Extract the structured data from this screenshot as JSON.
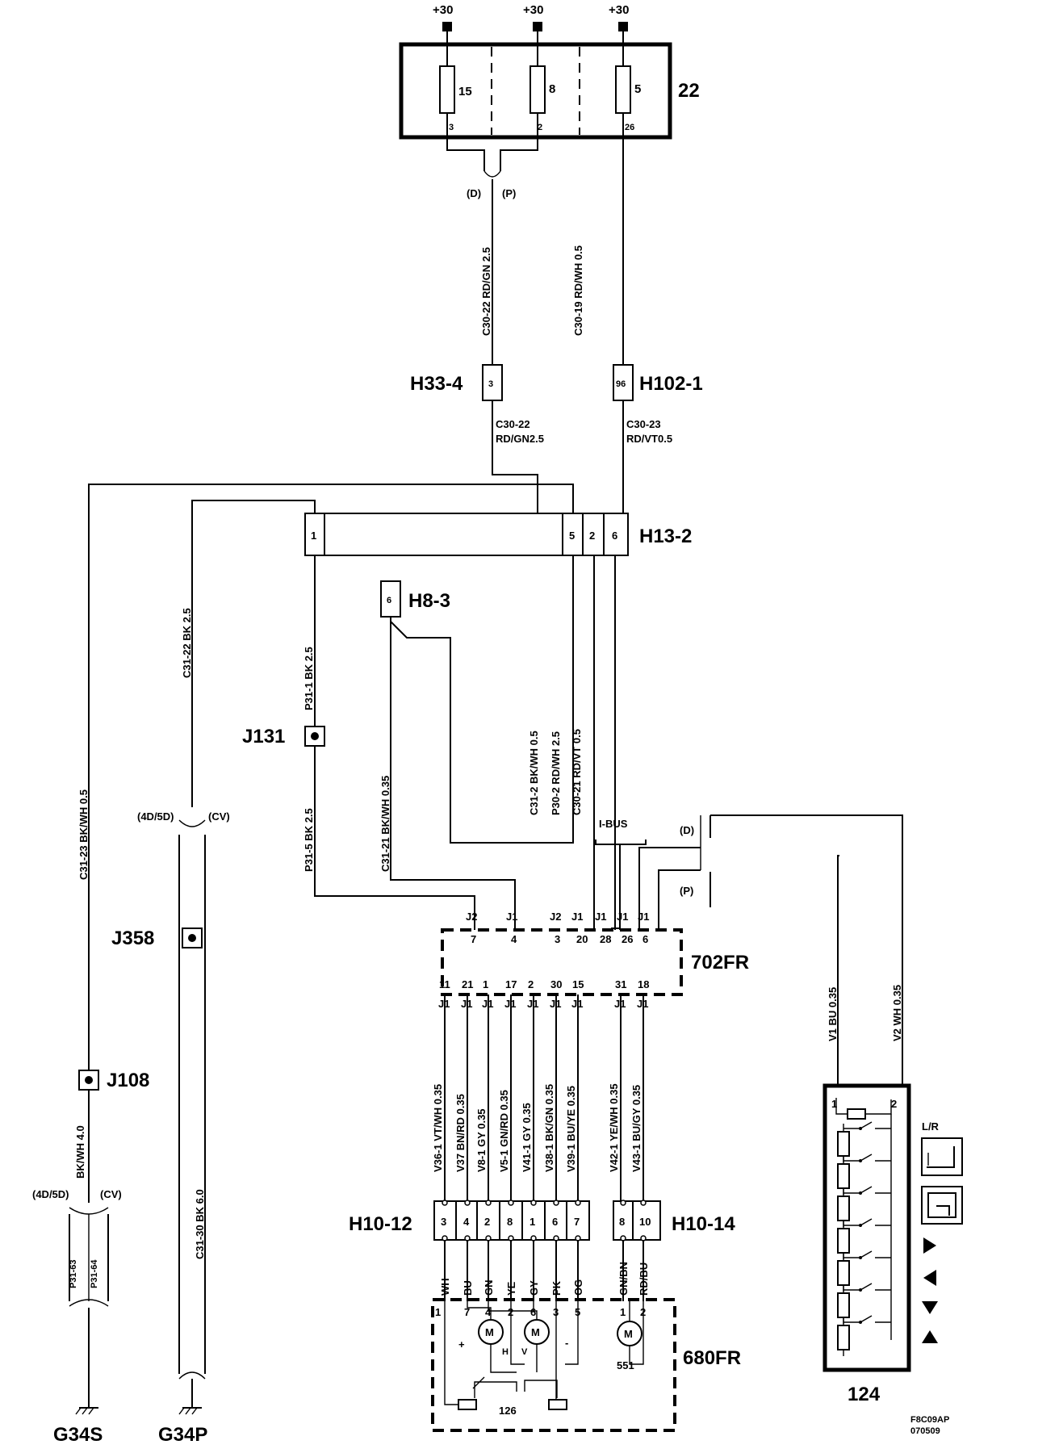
{
  "supply": {
    "label": "+30"
  },
  "fusebox": {
    "id": "22",
    "fuses": [
      {
        "number": "15",
        "pin": "3"
      },
      {
        "number": "8",
        "pin": "2"
      },
      {
        "number": "5",
        "pin": "26"
      }
    ]
  },
  "variants": {
    "d": "(D)",
    "p": "(P)",
    "d_paren": "(4D/5D)",
    "cv": "(CV)"
  },
  "wires": {
    "c30_22": "C30-22  RD/GN 2.5",
    "c30_19": "C30-19  RD/WH 0.5",
    "c30_22_b1": "C30-22",
    "c30_22_b2": "RD/GN2.5",
    "c30_23_b1": "C30-23",
    "c30_23_b2": "RD/VT0.5",
    "c31_23": "C31-23  BK/WH  0.5",
    "c31_22": "C31-22   BK  2.5",
    "p31_1": "P31-1  BK  2.5",
    "p31_5": "P31-5  BK  2.5",
    "c31_21": "C31-21 BK/WH 0.35",
    "c31_2": "C31-2  BK/WH  0.5",
    "p30_2": "P30-2  RD/WH 2.5",
    "c30_21": "C30-21  RD/VT  0.5",
    "bkwh40": "BK/WH  4.0",
    "c31_30": "C31-30  BK  6.0",
    "p31_63": "P31-63",
    "p31_64": "P31-64",
    "v1": "V1  BU  0.35",
    "v2": "V2  WH  0.35",
    "v36_1": "V36-1  VT/WH  0.35",
    "v37": "V37  BN/RD  0.35",
    "v8_1": "V8-1  GY  0.35",
    "v5_1": "V5-1  GN/RD  0.35",
    "v41_1": "V41-1  GY  0.35",
    "v38_1": "V38-1  BK/GN  0.35",
    "v39_1": "V39-1  BU/YE  0.35",
    "v42_1": "V42-1  YE/WH  0.35",
    "v43_1": "V43-1  BU/GY  0.35"
  },
  "connectors": {
    "h33_4": {
      "name": "H33-4",
      "pin": "3"
    },
    "h102_1": {
      "name": "H102-1",
      "pin": "96"
    },
    "h13_2": {
      "name": "H13-2",
      "pins": [
        "1",
        "5",
        "2",
        "6"
      ]
    },
    "h8_3": {
      "name": "H8-3",
      "pin": "6"
    },
    "h10_12": {
      "name": "H10-12",
      "pins": [
        "3",
        "4",
        "2",
        "8",
        "1",
        "6",
        "7"
      ]
    },
    "h10_14": {
      "name": "H10-14",
      "pins": [
        "8",
        "10"
      ]
    }
  },
  "splices": {
    "j131": "J131",
    "j358": "J358",
    "j108": "J108"
  },
  "ibus": "I-BUS",
  "module_702fr": {
    "name": "702FR",
    "top_pins": [
      {
        "conn": "J2",
        "pin": "7"
      },
      {
        "conn": "J1",
        "pin": "4"
      },
      {
        "conn": "J2",
        "pin": "3"
      },
      {
        "conn": "J1",
        "pin": "20"
      },
      {
        "conn": "J1",
        "pin": "28"
      },
      {
        "conn": "J1",
        "pin": "26"
      },
      {
        "conn": "J1",
        "pin": "6"
      }
    ],
    "bottom_pins": [
      {
        "conn": "J1",
        "pin": "11"
      },
      {
        "conn": "J1",
        "pin": "21"
      },
      {
        "conn": "J1",
        "pin": "1"
      },
      {
        "conn": "J1",
        "pin": "17"
      },
      {
        "conn": "J1",
        "pin": "2"
      },
      {
        "conn": "J1",
        "pin": "30"
      },
      {
        "conn": "J1",
        "pin": "15"
      },
      {
        "conn": "J1",
        "pin": "31"
      },
      {
        "conn": "J1",
        "pin": "18"
      }
    ]
  },
  "module_680fr": {
    "name": "680FR",
    "colors": [
      "WH",
      "BU",
      "GN",
      "YE",
      "GY",
      "PK",
      "OG",
      "GN/BN",
      "RD/BU"
    ],
    "pins": [
      "1",
      "7",
      "4",
      "2",
      "6",
      "3",
      "5",
      "1",
      "2"
    ],
    "motor": "M",
    "plus": "+",
    "minus": "-",
    "h": "H",
    "v": "V",
    "sub_126": "126",
    "sub_551": "551"
  },
  "switch_124": {
    "name": "124",
    "pin1": "1",
    "pin2": "2",
    "lr": "L/R"
  },
  "grounds": {
    "g34s": "G34S",
    "g34p": "G34P"
  },
  "footer": {
    "line1": "F8C09AP",
    "line2": "070509"
  }
}
